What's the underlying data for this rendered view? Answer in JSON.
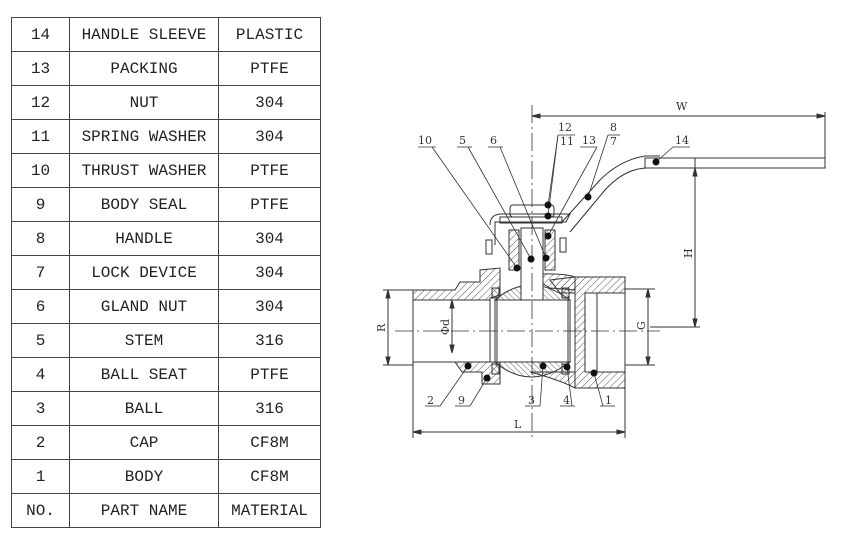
{
  "table": {
    "rows": [
      {
        "no": "14",
        "name": "HANDLE SLEEVE",
        "material": "PLASTIC"
      },
      {
        "no": "13",
        "name": "PACKING",
        "material": "PTFE"
      },
      {
        "no": "12",
        "name": "NUT",
        "material": "304"
      },
      {
        "no": "11",
        "name": "SPRING WASHER",
        "material": "304"
      },
      {
        "no": "10",
        "name": "THRUST WASHER",
        "material": "PTFE"
      },
      {
        "no": "9",
        "name": "BODY SEAL",
        "material": "PTFE"
      },
      {
        "no": "8",
        "name": "HANDLE",
        "material": "304"
      },
      {
        "no": "7",
        "name": "LOCK DEVICE",
        "material": "304"
      },
      {
        "no": "6",
        "name": "GLAND NUT",
        "material": "304"
      },
      {
        "no": "5",
        "name": "STEM",
        "material": "316"
      },
      {
        "no": "4",
        "name": "BALL SEAT",
        "material": "PTFE"
      },
      {
        "no": "3",
        "name": "BALL",
        "material": "316"
      },
      {
        "no": "2",
        "name": "CAP",
        "material": "CF8M"
      },
      {
        "no": "1",
        "name": "BODY",
        "material": "CF8M"
      }
    ],
    "header": {
      "no": "NO.",
      "name": "PART NAME",
      "material": "MATERIAL"
    }
  },
  "drawing": {
    "callouts": {
      "c10": "10",
      "c5": "5",
      "c6": "6",
      "c12": "12",
      "c11": "11",
      "c13": "13",
      "c8": "8",
      "c7": "7",
      "c14": "14",
      "c2": "2",
      "c9": "9",
      "c3": "3",
      "c4": "4",
      "c1": "1"
    },
    "dimensions": {
      "W": "W",
      "H": "H",
      "L": "L",
      "R": "R",
      "G": "G",
      "d": "Φd"
    }
  }
}
